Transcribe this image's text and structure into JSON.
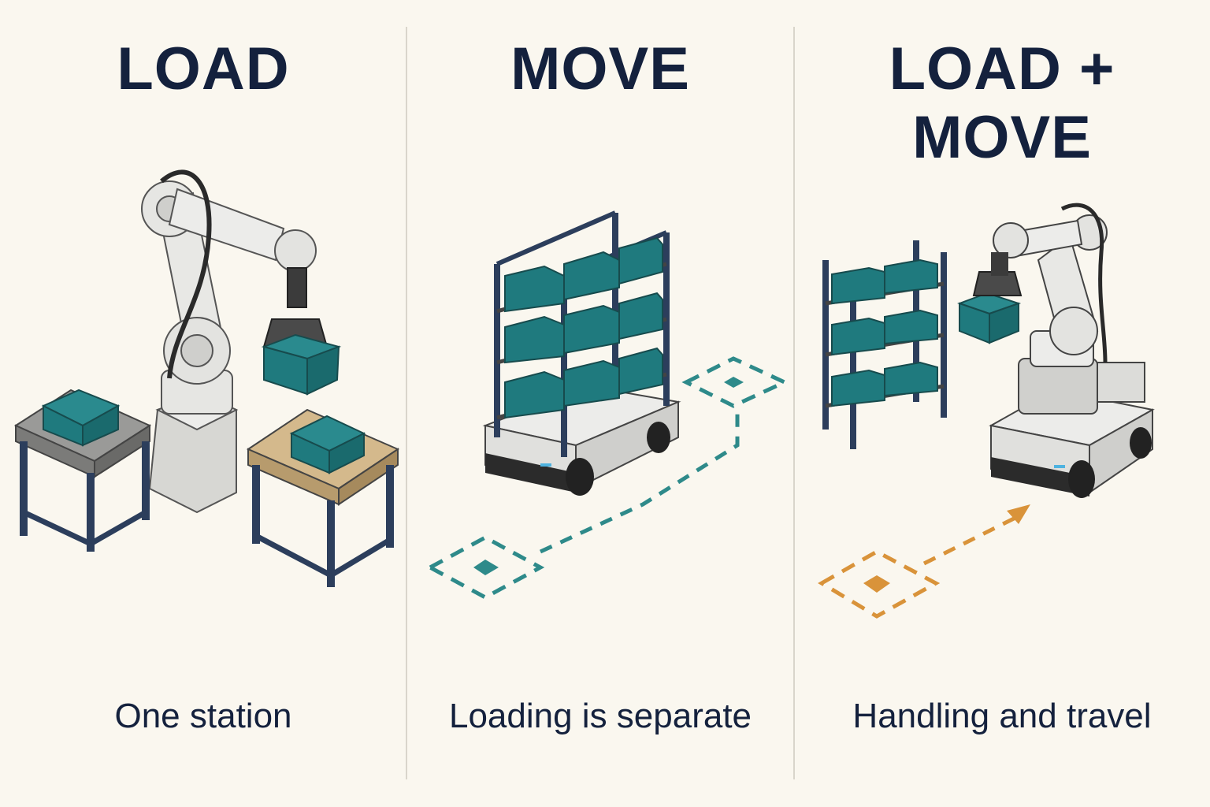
{
  "panels": [
    {
      "title": "LOAD",
      "caption": "One station"
    },
    {
      "title": "MOVE",
      "caption": "Loading is separate"
    },
    {
      "title": "LOAD + MOVE",
      "caption": "Handling and travel"
    }
  ],
  "colors": {
    "background": "#faf7ef",
    "text": "#14213d",
    "bin_teal": "#1f7a7e",
    "frame_navy": "#2c3e5c",
    "route_teal": "#2e8a8a",
    "route_orange": "#d9933a",
    "robot_gray": "#e4e4e1"
  }
}
